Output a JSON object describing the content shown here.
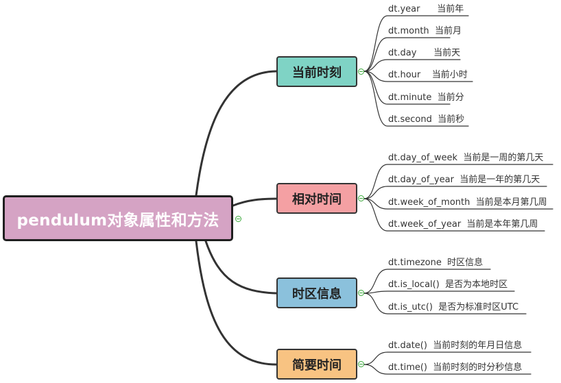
{
  "colors": {
    "root": "#d5a3c4",
    "b0": "#7fd3c5",
    "b1": "#f4a0a3",
    "b2": "#8bc1dc",
    "b3": "#f8c382",
    "line": "#333333",
    "toggle": "#3aa83a"
  },
  "root": {
    "label": "pendulum对象属性和方法"
  },
  "branches": [
    {
      "label": "当前时刻",
      "leaves": [
        {
          "text": "dt.year      当前年"
        },
        {
          "text": "dt.month  当前月"
        },
        {
          "text": "dt.day      当前天"
        },
        {
          "text": "dt.hour    当前小时"
        },
        {
          "text": "dt.minute  当前分"
        },
        {
          "text": "dt.second  当前秒"
        }
      ]
    },
    {
      "label": "相对时间",
      "leaves": [
        {
          "text": "dt.day_of_week  当前是一周的第几天"
        },
        {
          "text": "dt.day_of_year  当前是一年的第几天"
        },
        {
          "text": "dt.week_of_month  当前是本月第几周"
        },
        {
          "text": "dt.week_of_year  当前是本年第几周"
        }
      ]
    },
    {
      "label": "时区信息",
      "leaves": [
        {
          "text": "dt.timezone  时区信息"
        },
        {
          "text": "dt.is_local()  是否为本地时区"
        },
        {
          "text": "dt.is_utc()  是否为标准时区UTC"
        }
      ]
    },
    {
      "label": "简要时间",
      "leaves": [
        {
          "text": "dt.date()  当前时刻的年月日信息"
        },
        {
          "text": "dt.time()  当前时刻的时分秒信息"
        }
      ]
    }
  ]
}
